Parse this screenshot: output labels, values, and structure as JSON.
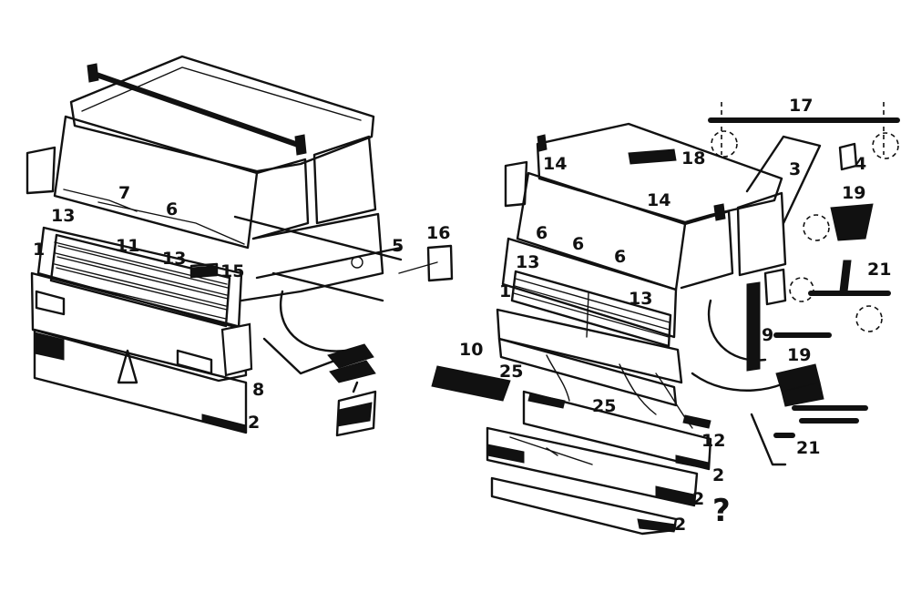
{
  "left_cab_callouts": {
    "c1": "1",
    "c2": "2",
    "c5": "5",
    "c6": "6",
    "c7": "7",
    "c8": "8",
    "c11": "11",
    "c13a": "13",
    "c13b": "13",
    "c15": "15",
    "c16": "16"
  },
  "right_cab_callouts": {
    "c1": "1",
    "c2a": "2",
    "c2b": "2",
    "c2c": "2",
    "c3": "3",
    "c4": "4",
    "c6a": "6",
    "c6b": "6",
    "c6c": "6",
    "c9": "9",
    "c10": "10",
    "c12": "12",
    "c13a": "13",
    "c13b": "13",
    "c14a": "14",
    "c14b": "14",
    "c17": "17",
    "c18": "18",
    "c19a": "19",
    "c19b": "19",
    "c21a": "21",
    "c21b": "21",
    "c25a": "25",
    "c25b": "25",
    "question": "?"
  }
}
